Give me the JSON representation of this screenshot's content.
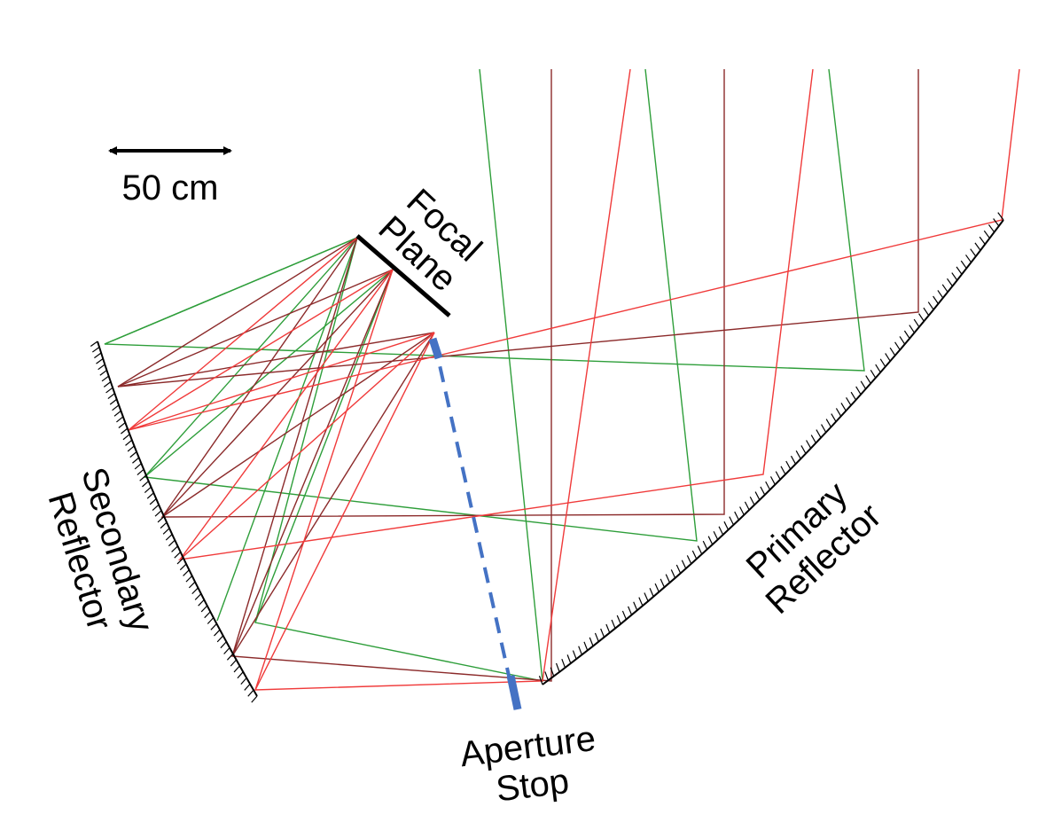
{
  "labels": {
    "scale": "50 cm",
    "focal_plane": [
      "Focal",
      "Plane"
    ],
    "secondary_reflector": [
      "Secondary",
      "Reflector"
    ],
    "primary_reflector": [
      "Primary",
      "Reflector"
    ],
    "aperture_stop": [
      "Aperture",
      "Stop"
    ]
  },
  "colors": {
    "green": "#2e9e3a",
    "red": "#f03a3a",
    "darkred": "#8b2a2a",
    "aperture": "#4472c4",
    "mirror": "#000000"
  }
}
